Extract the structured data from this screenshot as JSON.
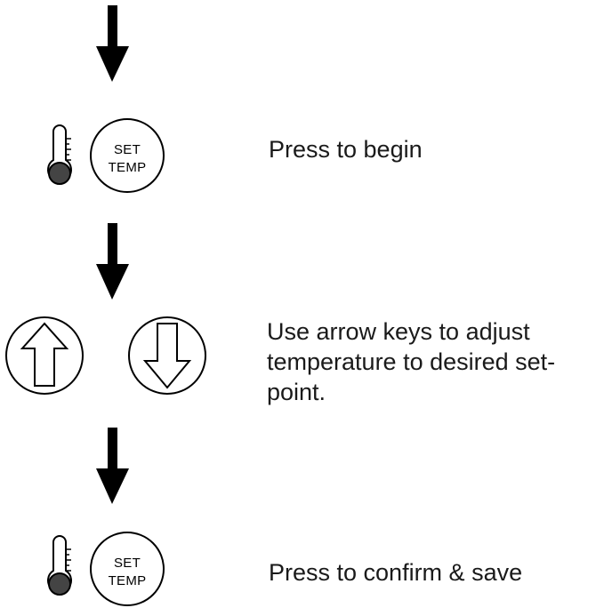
{
  "steps": [
    {
      "button_line1": "SET",
      "button_line2": "TEMP",
      "text": "Press to begin"
    },
    {
      "text_lines": [
        "Use arrow keys to adjust",
        "temperature to desired set-",
        "point."
      ]
    },
    {
      "button_line1": "SET",
      "button_line2": "TEMP",
      "text": "Press to confirm & save"
    }
  ],
  "icons": {
    "thermometer": "thermometer-icon",
    "up_arrow": "up-arrow-button",
    "down_arrow": "down-arrow-button",
    "flow_arrow": "flow-arrow-icon"
  },
  "colors": {
    "ink": "#000000",
    "background": "#ffffff"
  }
}
